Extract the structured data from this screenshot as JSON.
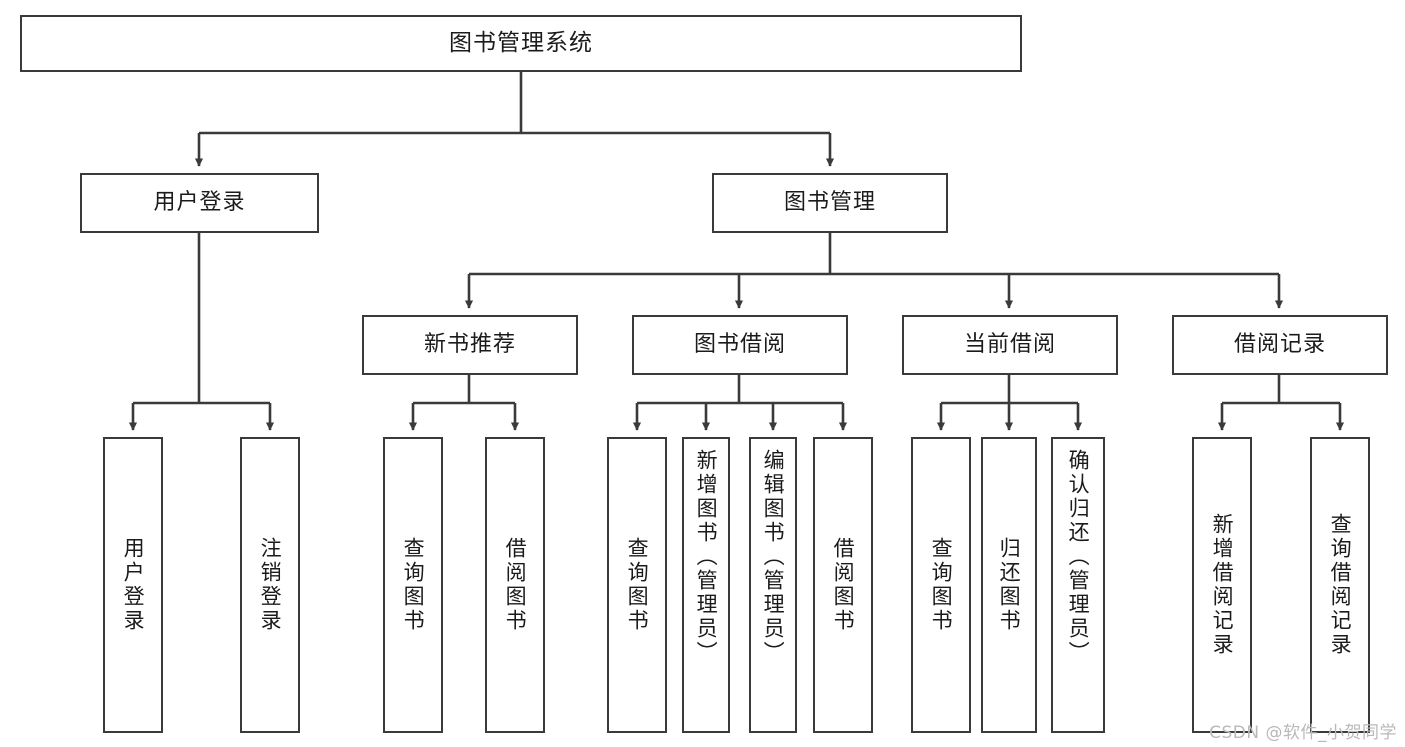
{
  "diagram": {
    "title": "图书管理系统",
    "watermark": "CSDN @软件_小贺同学",
    "line_color": "#3a3a3a",
    "text_color": "#1b1b1b",
    "background": "#ffffff",
    "nodes": {
      "root": "图书管理系统",
      "user_login": "用户登录",
      "book_manage": "图书管理",
      "new_book_rec": "新书推荐",
      "book_borrow": "图书借阅",
      "current_borrow": "当前借阅",
      "borrow_record": "借阅记录",
      "leaf_user_login": "用户登录",
      "leaf_logout": "注销登录",
      "leaf_query_book_1": "查询图书",
      "leaf_borrow_book_1": "借阅图书",
      "leaf_query_book_2": "查询图书",
      "leaf_add_book_admin": "新增图书（管理员）",
      "leaf_edit_book_admin": "编辑图书（管理员）",
      "leaf_borrow_book_2": "借阅图书",
      "leaf_query_book_3": "查询图书",
      "leaf_return_book": "归还图书",
      "leaf_confirm_return_admin": "确认归还（管理员）",
      "leaf_add_borrow_record": "新增借阅记录",
      "leaf_query_borrow_record": "查询借阅记录"
    }
  }
}
